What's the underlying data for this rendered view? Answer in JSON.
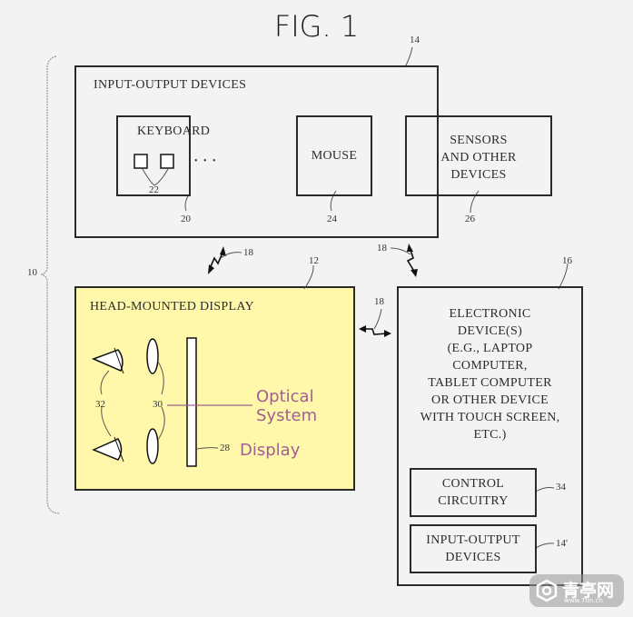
{
  "figure": {
    "title": "FIG. 1"
  },
  "system": {
    "ref": "10"
  },
  "io_devices": {
    "title": "INPUT-OUTPUT DEVICES",
    "ref": "14",
    "keyboard": {
      "label": "KEYBOARD",
      "ref": "20",
      "keys_ref": "22",
      "ellipsis": "• • •"
    },
    "mouse": {
      "label": "MOUSE",
      "ref": "24"
    },
    "sensors": {
      "lines": [
        "SENSORS",
        "AND OTHER",
        "DEVICES"
      ],
      "ref": "26"
    }
  },
  "links": {
    "ref": "18"
  },
  "hmd": {
    "title": "HEAD-MOUNTED DISPLAY",
    "ref": "12",
    "eyes_ref": "32",
    "lenses_ref": "30",
    "display_ref": "28",
    "annotations": {
      "optical_system_1": "Optical",
      "optical_system_2": "System",
      "display": "Display"
    },
    "fill_color": "#fff8aa",
    "annotation_color": "#a0608f"
  },
  "electronic_device": {
    "ref": "16",
    "lines": [
      "ELECTRONIC",
      "DEVICE(S)",
      "(E.G., LAPTOP",
      "COMPUTER,",
      "TABLET COMPUTER",
      "OR OTHER DEVICE",
      "WITH TOUCH SCREEN,",
      "ETC.)"
    ],
    "control": {
      "lines": [
        "CONTROL",
        "CIRCUITRY"
      ],
      "ref": "34"
    },
    "io": {
      "lines": [
        "INPUT-OUTPUT",
        "DEVICES"
      ],
      "ref": "14'"
    }
  },
  "watermark": {
    "text": "青亭网",
    "url": "www.7tin.cn"
  }
}
